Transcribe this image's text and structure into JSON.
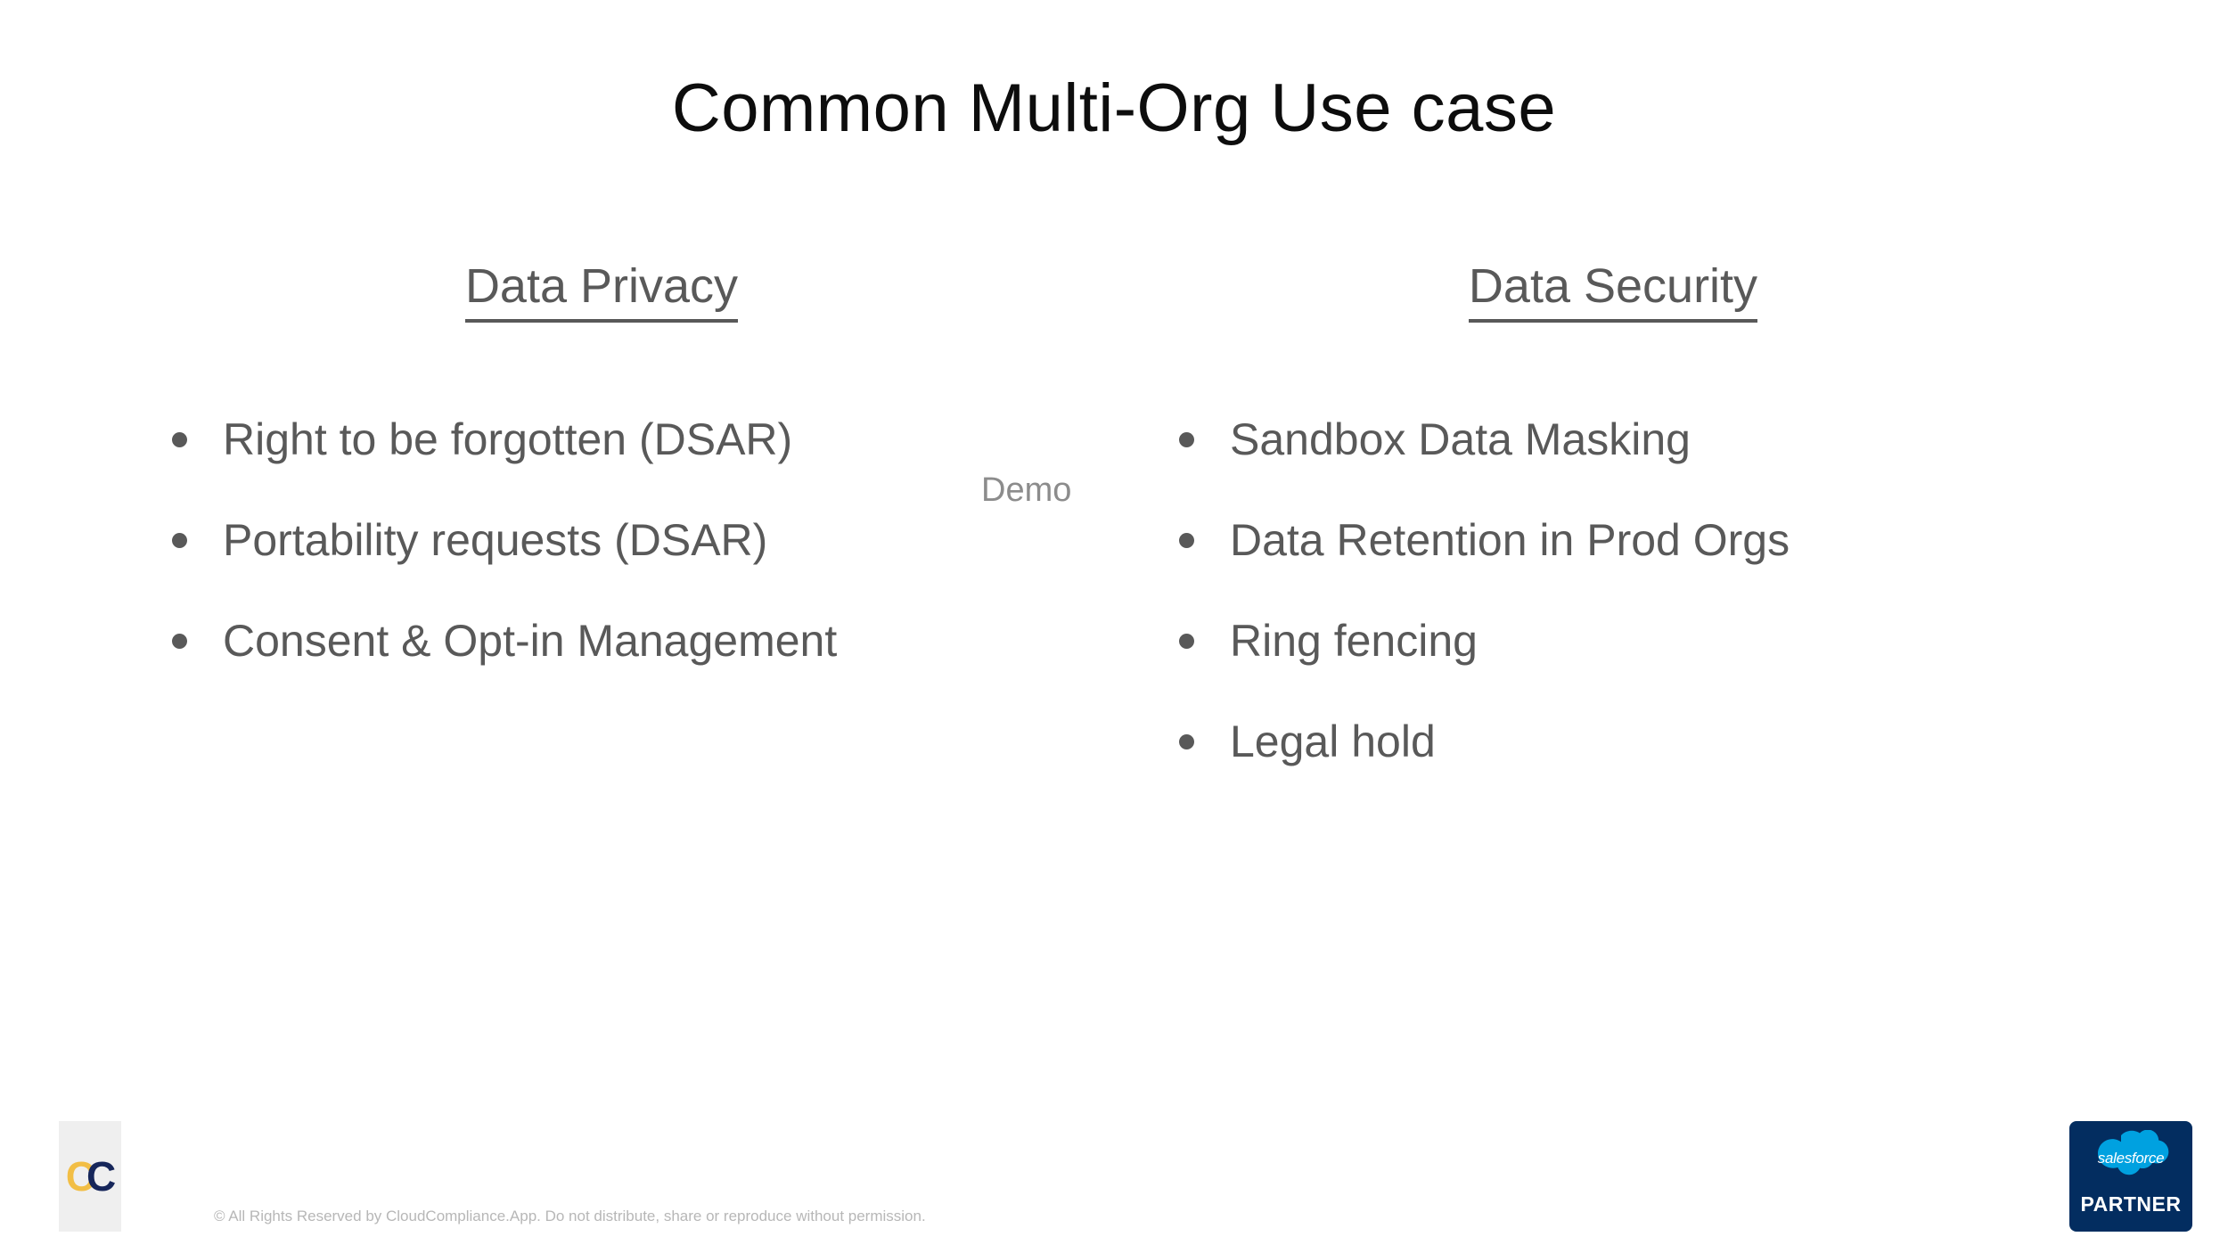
{
  "slide": {
    "title": "Common Multi-Org Use case",
    "background_color": "#ffffff"
  },
  "columns": [
    {
      "heading": "Data Privacy",
      "heading_color": "#595959",
      "items": [
        "Right to be forgotten (DSAR)",
        "Portability requests (DSAR)",
        "Consent & Opt-in Management"
      ]
    },
    {
      "heading": "Data Security",
      "heading_color": "#595959",
      "items": [
        "Sandbox Data Masking",
        "Data Retention in Prod Orgs",
        "Ring fencing",
        "Legal hold"
      ]
    }
  ],
  "annotations": {
    "demo_label": "Demo",
    "demo_color": "#8c8c8c"
  },
  "footer": {
    "copyright": "© All Rights Reserved by CloudCompliance.App. Do not distribute, share or reproduce without permission.",
    "copyright_color": "#b7b7b7",
    "cc_logo": {
      "letter_one": "C",
      "letter_two": "C",
      "color_one": "#f2be45",
      "color_two": "#16265a",
      "panel_color": "#efefef"
    },
    "salesforce_badge": {
      "cloud_word": "salesforce",
      "tier_label": "PARTNER",
      "badge_color": "#032d60",
      "cloud_color": "#00a1e0"
    }
  }
}
